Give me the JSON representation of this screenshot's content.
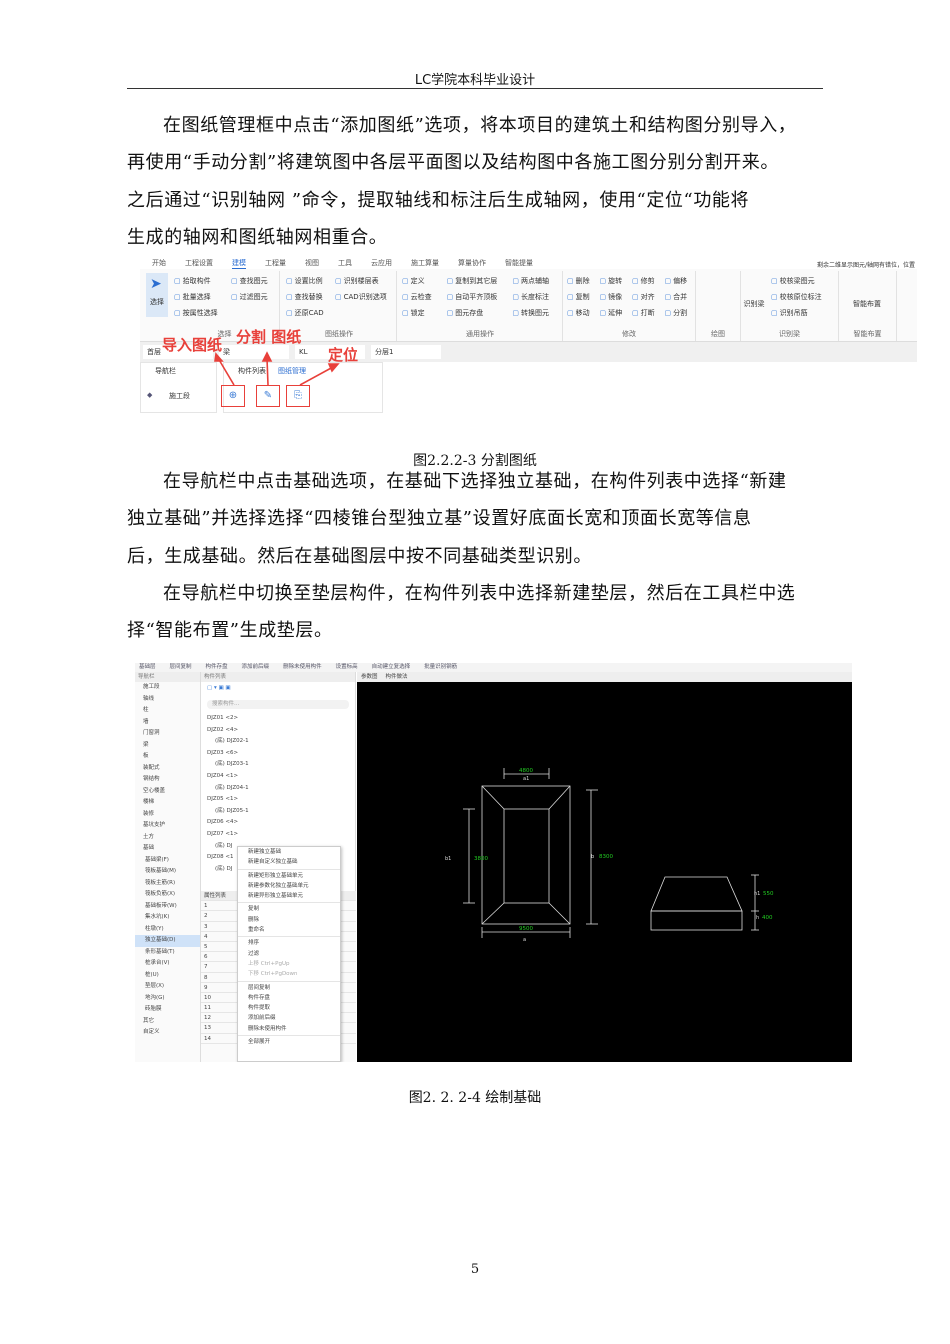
{
  "header": {
    "title": "LC学院本科毕业设计"
  },
  "paragraphs": [
    [
      "在图纸管理框中点击“添加图纸”选项，将本项目的建筑土和结构图分别导入，",
      "再使用“手动分割”将建筑图中各层平面图以及结构图中各施工图分别分割开来。",
      "之后通过“识别轴网 ”命令，提取轴线和标注后生成轴网，使用“定位“功能将",
      "生成的轴网和图纸轴网相重合。"
    ],
    [
      "在导航栏中点击基础选项，在基础下选择独立基础，在构件列表中选择“新建",
      "独立基础”并选择选择“四棱锥台型独立基”设置好底面长宽和顶面长宽等信息",
      "后，生成基础。然后在基础图层中按不同基础类型识别。"
    ],
    [
      "在导航栏中切换至垫层构件，在构件列表中选择新建垫层，然后在工具栏中选",
      "择“智能布置”生成垫层。"
    ]
  ],
  "figure1": {
    "caption": "图2.2.2-3  分割图纸",
    "tabs": [
      "开始",
      "工程设置",
      "建模",
      "工程量",
      "视图",
      "工具",
      "云应用",
      "施工算量",
      "算量协作",
      "智能提量"
    ],
    "active_tab": "建模",
    "status_text": "剩余二维显示图元/轴网有错位，位置",
    "select_button": "选择",
    "groups": [
      {
        "label": "选择",
        "items": [
          "拾取构件",
          "批量选择",
          "按属性选择",
          "查找图元",
          "过滤图元"
        ]
      },
      {
        "label": "图纸操作",
        "items": [
          "设置比例",
          "查找替换",
          "还原CAD",
          "识别楼层表",
          "CAD识别选项"
        ]
      },
      {
        "label": "通用操作",
        "items": [
          "定义",
          "云检查",
          "锁定",
          "复制到其它层",
          "自动平齐顶板",
          "图元存盘",
          "两点辅轴",
          "长度标注",
          "转换图元"
        ]
      },
      {
        "label": "修改",
        "items": [
          "删除",
          "复制",
          "移动",
          "旋转",
          "镜像",
          "延伸",
          "修剪",
          "对齐",
          "打断",
          "偏移",
          "合并",
          "分割"
        ]
      },
      {
        "label": "绘图",
        "items": []
      },
      {
        "label": "识别梁",
        "items": [
          "校核梁图元",
          "校核原位标注",
          "识别吊筋"
        ]
      },
      {
        "label": "智能布置",
        "items": []
      }
    ],
    "recognize_beam_button": "识别梁",
    "smart_layout_button": "智能布置",
    "selectors": [
      "首层",
      "梁",
      "KL",
      "分层1"
    ],
    "panel_tabs": {
      "nav": "导航栏",
      "list": "构件列表",
      "drawings": "图纸管理"
    },
    "nav_item": "施工段",
    "annotations": {
      "import": "导入图纸",
      "split": "分割 图纸",
      "locate": "定位"
    },
    "accent": "#e8403a"
  },
  "figure2": {
    "caption": "图2. 2. 2-4    绘制基础",
    "toolbar": [
      "基础层",
      "层间复制",
      "构件存盘",
      "添加前后缀",
      "删除未使用构件",
      "设置标高",
      "自动建立复选择",
      "批量识别钢筋"
    ],
    "nav_title": "导航栏",
    "nav_items": [
      "施工段",
      "轴线",
      "柱",
      "墙",
      "门窗洞",
      "梁",
      "板",
      "装配式",
      "钢结构",
      "空心楼盖",
      "楼梯",
      "装修",
      "基坑支护",
      "土方",
      "基础"
    ],
    "nav_sub": [
      "基础梁(F)",
      "筏板基础(M)",
      "筏板主筋(R)",
      "筏板负筋(X)",
      "基础板带(W)",
      "集水坑(K)",
      "柱墩(Y)",
      "独立基础(D)",
      "条形基础(T)",
      "桩承台(V)",
      "桩(U)",
      "垫层(X)",
      "地沟(G)",
      "砖胎膜"
    ],
    "nav_tail": [
      "其它",
      "自定义"
    ],
    "selected_nav": "独立基础(D)",
    "list_title": "构件列表",
    "search_placeholder": "搜索构件...",
    "tree": [
      [
        "DJZ01 <2>",
        false
      ],
      [
        "DJZ02 <4>",
        false
      ],
      [
        "(底) DJZ02-1",
        true
      ],
      [
        "DJZ03 <6>",
        false
      ],
      [
        "(底) DJZ03-1",
        true
      ],
      [
        "DJZ04 <1>",
        false
      ],
      [
        "(底) DJZ04-1",
        true
      ],
      [
        "DJZ05 <1>",
        false
      ],
      [
        "(底) DJZ05-1",
        true
      ],
      [
        "DJZ06 <4>",
        false
      ],
      [
        "DJZ07 <1>",
        false
      ],
      [
        "(底) DJ",
        true
      ],
      [
        "DJZ08 <1",
        false
      ],
      [
        "(底) DJ",
        true
      ]
    ],
    "props_title": "属性列表",
    "props_rows": [
      "1",
      "2",
      "3",
      "4",
      "5",
      "6",
      "7",
      "8",
      "9",
      "10",
      "11",
      "12",
      "13",
      "14"
    ],
    "context_menu": {
      "group1": [
        "新建独立基础",
        "新建自定义独立基础"
      ],
      "group2": [
        "新建矩形独立基础单元",
        "新建参数化独立基础单元",
        "新建异形独立基础单元"
      ],
      "group3": [
        "复制",
        "删除",
        "重命名"
      ],
      "group4": [
        "排序",
        "过滤"
      ],
      "disabled": [
        "上移 Ctrl+PgUp",
        "下移 Ctrl+PgDown"
      ],
      "group5": [
        "层间复制",
        "构件存盘",
        "构件提取",
        "添加前后缀",
        "删除未使用构件"
      ],
      "group6": [
        "全部展开"
      ]
    },
    "canvas_tabs": [
      "参数图",
      "构件做法"
    ],
    "dims": {
      "a1": "4800",
      "a1_label": "a1",
      "b1": "3800",
      "b1_label": "b1",
      "b": "8300",
      "b_label": "b",
      "a": "9500",
      "a_label": "a",
      "h1": "550",
      "h1_label": "h1",
      "h": "400",
      "h_label": "h"
    },
    "dim_color": "#22cc22"
  },
  "page_number": "5"
}
